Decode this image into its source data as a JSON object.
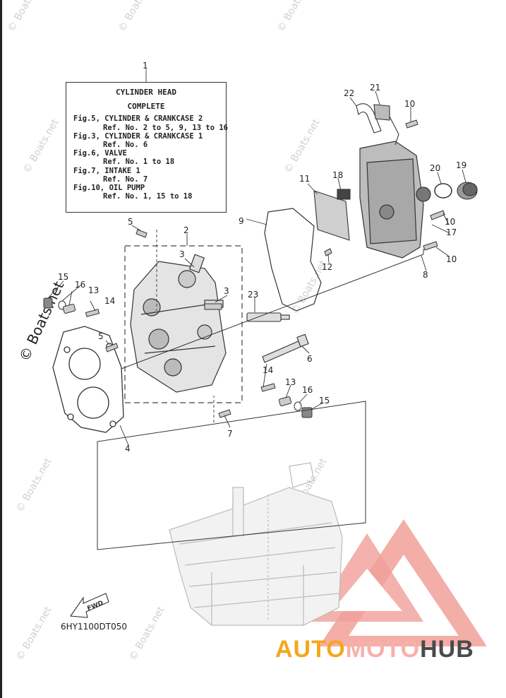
{
  "callout": {
    "ref": "1",
    "title1": "CYLINDER HEAD",
    "title2": "COMPLETE",
    "lines": [
      {
        "text": "Fig.5, CYLINDER & CRANKCASE 2",
        "indent": false
      },
      {
        "text": "Ref. No. 2 to 5, 9, 13 to 16",
        "indent": true
      },
      {
        "text": "Fig.3, CYLINDER & CRANKCASE 1",
        "indent": false
      },
      {
        "text": "Ref. No. 6",
        "indent": true
      },
      {
        "text": "Fig.6, VALVE",
        "indent": false
      },
      {
        "text": "Ref. No. 1 to 18",
        "indent": true
      },
      {
        "text": "Fig.7, INTAKE 1",
        "indent": false
      },
      {
        "text": "Ref. No. 7",
        "indent": true
      },
      {
        "text": "Fig.10, OIL PUMP",
        "indent": false
      },
      {
        "text": "Ref. No. 1, 15 to 18",
        "indent": true
      }
    ]
  },
  "part_numbers": [
    "2",
    "3",
    "3",
    "4",
    "5",
    "5",
    "6",
    "7",
    "8",
    "9",
    "10",
    "10",
    "10",
    "11",
    "12",
    "13",
    "13",
    "14",
    "14",
    "15",
    "15",
    "16",
    "16",
    "17",
    "18",
    "19",
    "20",
    "21",
    "22",
    "23"
  ],
  "fwd_label": "FWD",
  "diagram_code": "6HY1100DT050",
  "watermark": "© Boats.net",
  "brand": {
    "part1": "AUTO",
    "part2": "MOTO",
    "part3": "HUB"
  }
}
